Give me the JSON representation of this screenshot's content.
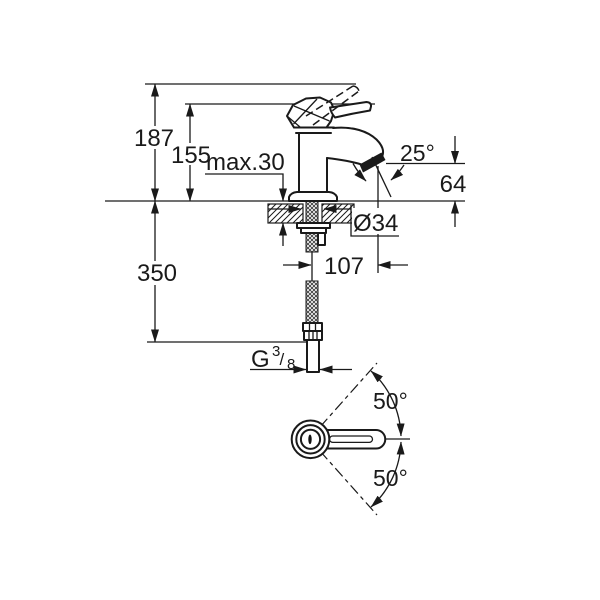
{
  "page": {
    "background": "#ffffff",
    "line_color": "#1a1a1a"
  },
  "drawing": {
    "kind": "faucet technical dimension drawing",
    "front_view": {
      "labels": {
        "height_total": "187",
        "height_body": "155",
        "deck_thickness": "max.30",
        "spout_angle": "25°",
        "outlet_height": "64",
        "hole_diameter": "Ø34",
        "spout_projection": "107",
        "hose_length": "350"
      },
      "thread": {
        "letter": "G",
        "numerator": "3",
        "slash": "/",
        "denominator": "8"
      }
    },
    "top_view": {
      "labels": {
        "swivel_upper": "50°",
        "swivel_lower": "50°"
      }
    }
  }
}
